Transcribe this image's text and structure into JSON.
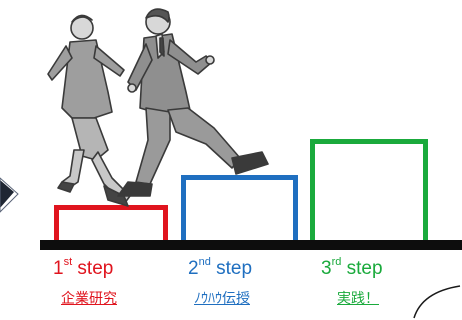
{
  "colors": {
    "step1": "#e0141e",
    "step2": "#1f6fc0",
    "step3": "#1aaa3c",
    "ground": "#0d0d0d"
  },
  "steps": [
    {
      "num": "1",
      "suffix": "st",
      "word": " step",
      "sub": "企業研究"
    },
    {
      "num": "2",
      "suffix": "nd",
      "word": " step",
      "sub": "ﾉｳﾊｳ伝授"
    },
    {
      "num": "3",
      "suffix": "rd",
      "word": " step",
      "sub": "実践！"
    }
  ],
  "illustration": {
    "subject": "two-business-people-running-up-steps-icon"
  }
}
